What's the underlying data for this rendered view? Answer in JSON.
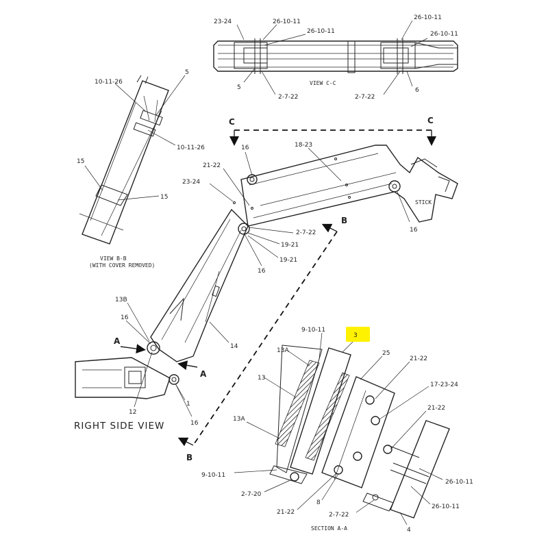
{
  "highlight_color": "#fff200",
  "line_color": "#222222",
  "titles": {
    "view_cc": "VIEW C-C",
    "view_bb_line1": "VIEW B-B",
    "view_bb_line2": "(WITH COVER REMOVED)",
    "right_side_view": "RIGHT SIDE VIEW",
    "section_aa": "SECTION A-A",
    "stick": "STICK"
  },
  "section_markers": {
    "c_left": "C",
    "c_right": "C",
    "b_top": "B",
    "b_bottom": "B",
    "a_left": "A",
    "a_right": "A"
  },
  "callouts": {
    "view_cc": [
      "23-24",
      "26-10-11",
      "26-10-11",
      "26-10-11",
      "26-10-11",
      "5",
      "2-7-22",
      "2-7-22",
      "6"
    ],
    "view_bb": [
      "10-11-26",
      "5",
      "10-11-26",
      "15",
      "15"
    ],
    "side_view": [
      "16",
      "18-23",
      "21-22",
      "23-24",
      "2-7-22",
      "19-21",
      "19-21",
      "16",
      "16",
      "13B",
      "16",
      "14",
      "12",
      "1",
      "16"
    ],
    "section_aa": [
      "3",
      "9-10-11",
      "13A",
      "25",
      "21-22",
      "13",
      "17-23-24",
      "21-22",
      "13A",
      "26-10-11",
      "9-10-11",
      "2-7-20",
      "8",
      "26-10-11",
      "21-22",
      "2-7-22",
      "4"
    ]
  }
}
